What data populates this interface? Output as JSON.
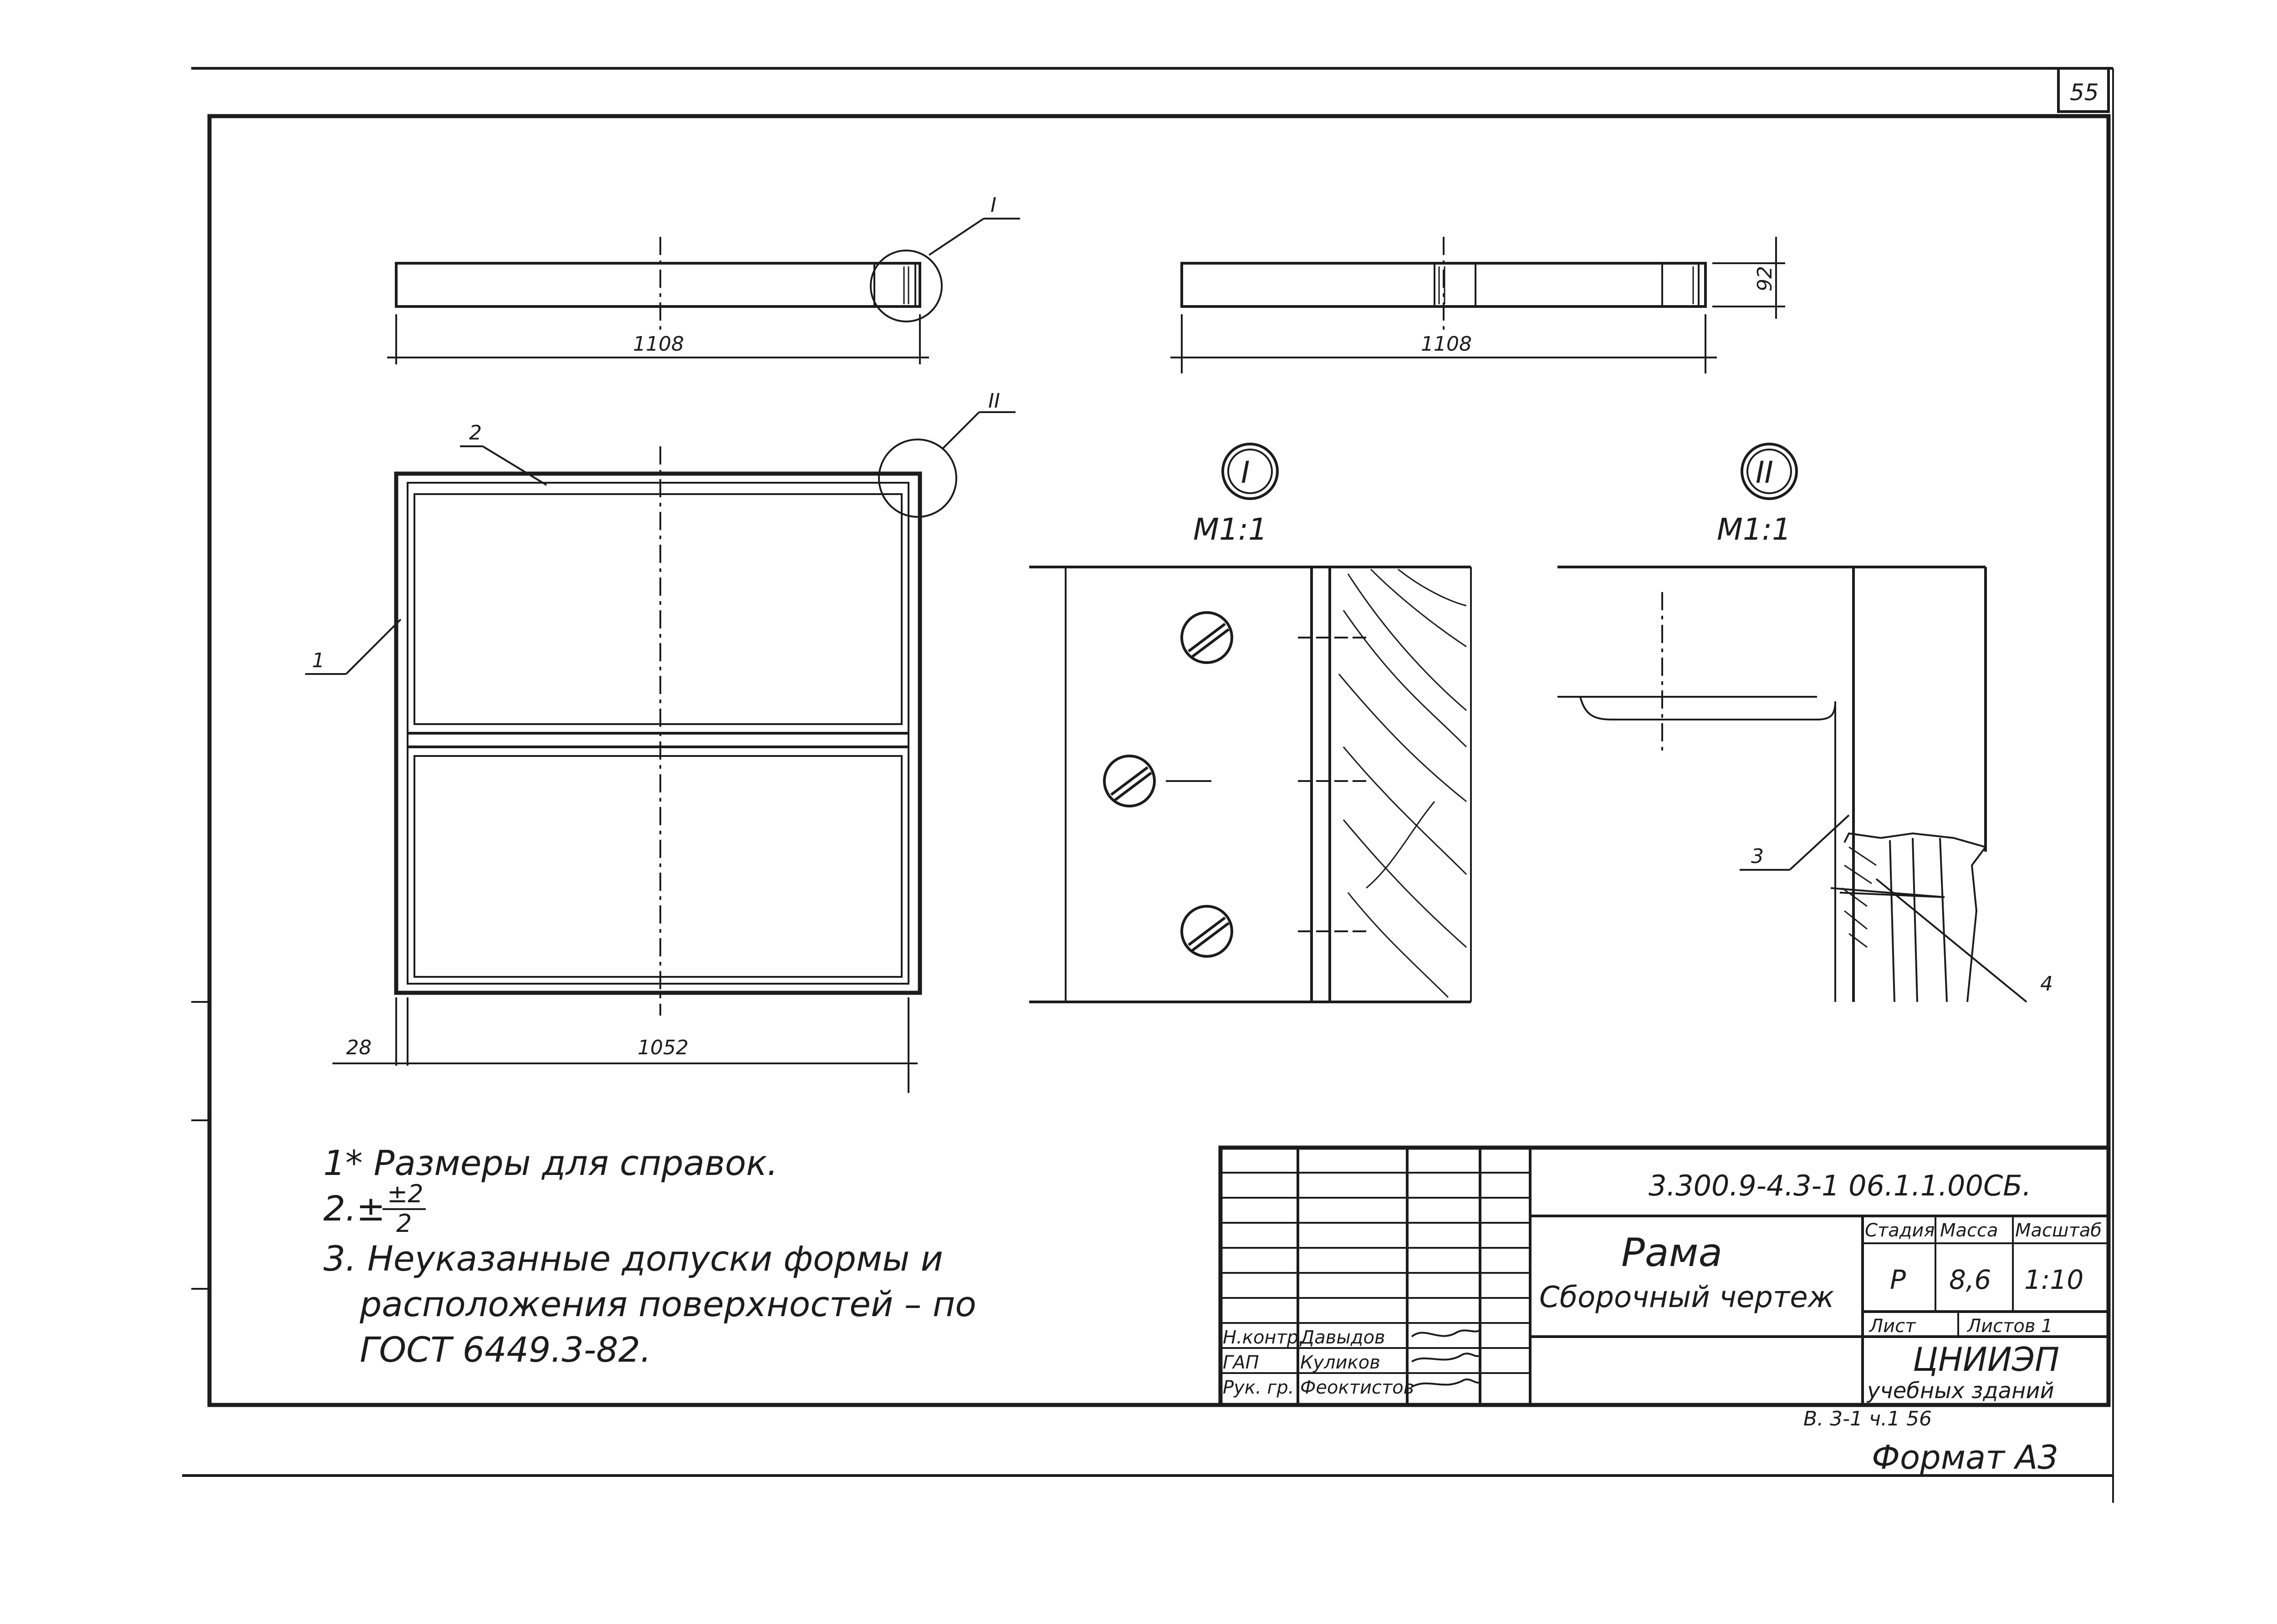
{
  "page_number": "55",
  "views": {
    "top_view_1": {
      "dimension": "1108",
      "callout": "I"
    },
    "top_view_2": {
      "dimension": "1108",
      "height_dimension": "92"
    },
    "front_view": {
      "callout": "II",
      "left_dimension": "28",
      "width_dimension": "1052",
      "leader_1": "1",
      "leader_2": "2"
    },
    "detail_1": {
      "label": "I",
      "scale": "М1:1"
    },
    "detail_2": {
      "label": "II",
      "scale": "М1:1",
      "leader_3": "3",
      "leader_4": "4"
    }
  },
  "notes": {
    "line1": "1* Размеры для справок.",
    "line2_prefix": "2.±",
    "line2_num": "±2",
    "line2_den": "2",
    "line3a": "3. Неуказанные допуски формы и",
    "line3b": "расположения поверхностей – по",
    "line3c": "ГОСТ 6449.3-82."
  },
  "title_block": {
    "doc_code": "3.300.9-4.3-1 06.1.1.00СБ.",
    "title_line1": "Рама",
    "title_line2": "Сборочный чертеж",
    "col_stage": "Стадия",
    "col_mass": "Масса",
    "col_scale": "Масштаб",
    "stage": "Р",
    "mass": "8,6",
    "scale": "1:10",
    "sheet_label": "Лист",
    "sheets_label": "Листов 1",
    "org_line1": "ЦНИИЭП",
    "org_line2": "учебных зданий",
    "roles": [
      "Н.контр.",
      "ГАП",
      "Рук. гр."
    ],
    "names": [
      "Давыдов",
      "Куликов",
      "Феоктистов"
    ]
  },
  "footer": {
    "ref": "В. 3-1  ч.1   56",
    "format": "Формат А3"
  }
}
